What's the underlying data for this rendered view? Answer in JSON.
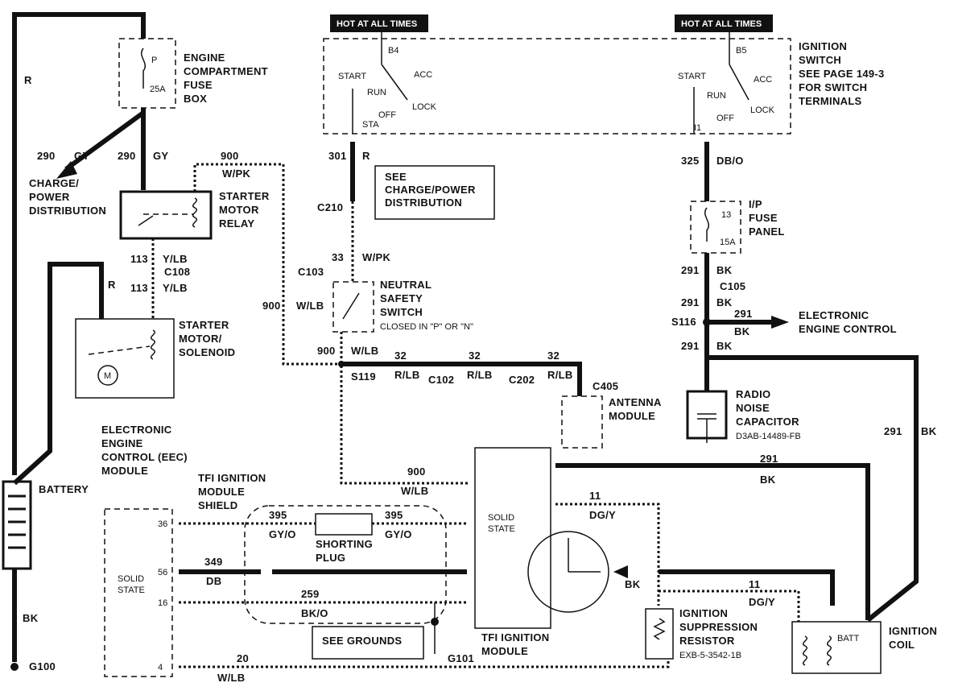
{
  "hot_tags": [
    "HOT AT ALL TIMES",
    "HOT AT ALL TIMES"
  ],
  "components": {
    "engine_fuse_box": {
      "lines": [
        "ENGINE",
        "COMPARTMENT",
        "FUSE",
        "BOX"
      ],
      "fuse": "P",
      "rating": "25A"
    },
    "starter_relay": {
      "lines": [
        "STARTER",
        "MOTOR",
        "RELAY"
      ]
    },
    "starter_solenoid": {
      "lines": [
        "STARTER",
        "MOTOR/",
        "SOLENOID"
      ]
    },
    "eec_module": {
      "lines": [
        "ELECTRONIC",
        "ENGINE",
        "CONTROL (EEC)",
        "MODULE"
      ]
    },
    "battery": {
      "label": "BATTERY"
    },
    "ignition_switch": {
      "lines": [
        "IGNITION",
        "SWITCH",
        "SEE PAGE 149-3",
        "FOR SWITCH",
        "TERMINALS"
      ],
      "positions": [
        "START",
        "RUN",
        "ACC",
        "OFF",
        "LOCK",
        "STA"
      ],
      "left_terminal": "B4",
      "right_terminal": "B5",
      "right_i1": "I1"
    },
    "see_charge": {
      "lines": [
        "SEE",
        "CHARGE/POWER",
        "DISTRIBUTION"
      ]
    },
    "neutral_switch": {
      "lines": [
        "NEUTRAL",
        "SAFETY",
        "SWITCH"
      ],
      "note": "CLOSED IN \"P\" OR \"N\""
    },
    "fuse_panel": {
      "lines": [
        "I/P",
        "FUSE",
        "PANEL"
      ],
      "fuse": "13",
      "rating": "15A"
    },
    "antenna": {
      "lines": [
        "ANTENNA",
        "MODULE"
      ],
      "connector": "C405"
    },
    "radio_cap": {
      "lines": [
        "RADIO",
        "NOISE",
        "CAPACITOR"
      ],
      "part": "D3AB-14489-FB"
    },
    "tfi_shield": {
      "lines": [
        "TFI IGNITION",
        "MODULE",
        "SHIELD"
      ]
    },
    "shorting_plug": {
      "lines": [
        "SHORTING",
        "PLUG"
      ]
    },
    "see_grounds": "SEE GROUNDS",
    "tfi_module": {
      "lines": [
        "TFI IGNITION",
        "MODULE"
      ],
      "inner": [
        "SOLID",
        "STATE"
      ]
    },
    "eec_solid": [
      "SOLID",
      "STATE"
    ],
    "eec_pins": [
      "36",
      "56",
      "16",
      "4"
    ],
    "suppression": {
      "lines": [
        "IGNITION",
        "SUPPRESSION",
        "RESISTOR"
      ],
      "part": "EXB-5-3542-1B"
    },
    "coil": {
      "lines": [
        "IGNITION",
        "COIL"
      ],
      "batt": "BATT"
    },
    "charge_left": {
      "lines": [
        "CHARGE/",
        "POWER",
        "DISTRIBUTION"
      ]
    },
    "eec_right": {
      "lines": [
        "ELECTRONIC",
        "ENGINE CONTROL"
      ]
    }
  },
  "wires": {
    "r_top": "R",
    "gy_290a": "290",
    "gy_a": "GY",
    "gy_290b": "290",
    "gy_b": "GY",
    "wpk_900": "900",
    "wpk": "W/PK",
    "ylb_113a": "113",
    "ylb_a": "Y/LB",
    "c108": "C108",
    "ylb_113b": "113",
    "ylb_b": "Y/LB",
    "r_sol": "R",
    "c103": "C103",
    "wlb_900a": "900",
    "wlb_a": "W/LB",
    "w301": "301",
    "r301": "R",
    "c210": "C210",
    "w33": "33",
    "wpk33": "W/PK",
    "wlb_900b": "900",
    "wlb_b": "W/LB",
    "s119": "S119",
    "rlb_32a": "32",
    "rlb_a": "R/LB",
    "c102": "C102",
    "rlb_32b": "32",
    "rlb_b": "R/LB",
    "c202": "C202",
    "rlb_32c": "32",
    "rlb_c": "R/LB",
    "w325": "325",
    "dbo": "DB/O",
    "bk_291a": "291",
    "bk_a": "BK",
    "c105": "C105",
    "bk_291b": "291",
    "bk_b": "BK",
    "s116": "S116",
    "bk_291c": "291",
    "bk_c": "BK",
    "bk_291d": "291",
    "bk_d": "BK",
    "bk_291e": "291",
    "bk_e": "BK",
    "bk_291f": "291",
    "bk_f": "BK",
    "w900c": "900",
    "wlb_c": "W/LB",
    "gyo_395a": "395",
    "gyo_a": "GY/O",
    "gyo_395b": "395",
    "gyo_b": "GY/O",
    "db_349": "349",
    "db": "DB",
    "bko_259": "259",
    "bko": "BK/O",
    "wlb_20": "20",
    "wlb_d": "W/LB",
    "dgy_11a": "11",
    "dgy_a": "DG/Y",
    "dgy_11b": "11",
    "dgy_b": "DG/Y",
    "bk_tfi": "BK",
    "bk_batt": "BK",
    "g100": "G100",
    "g101": "G101"
  }
}
